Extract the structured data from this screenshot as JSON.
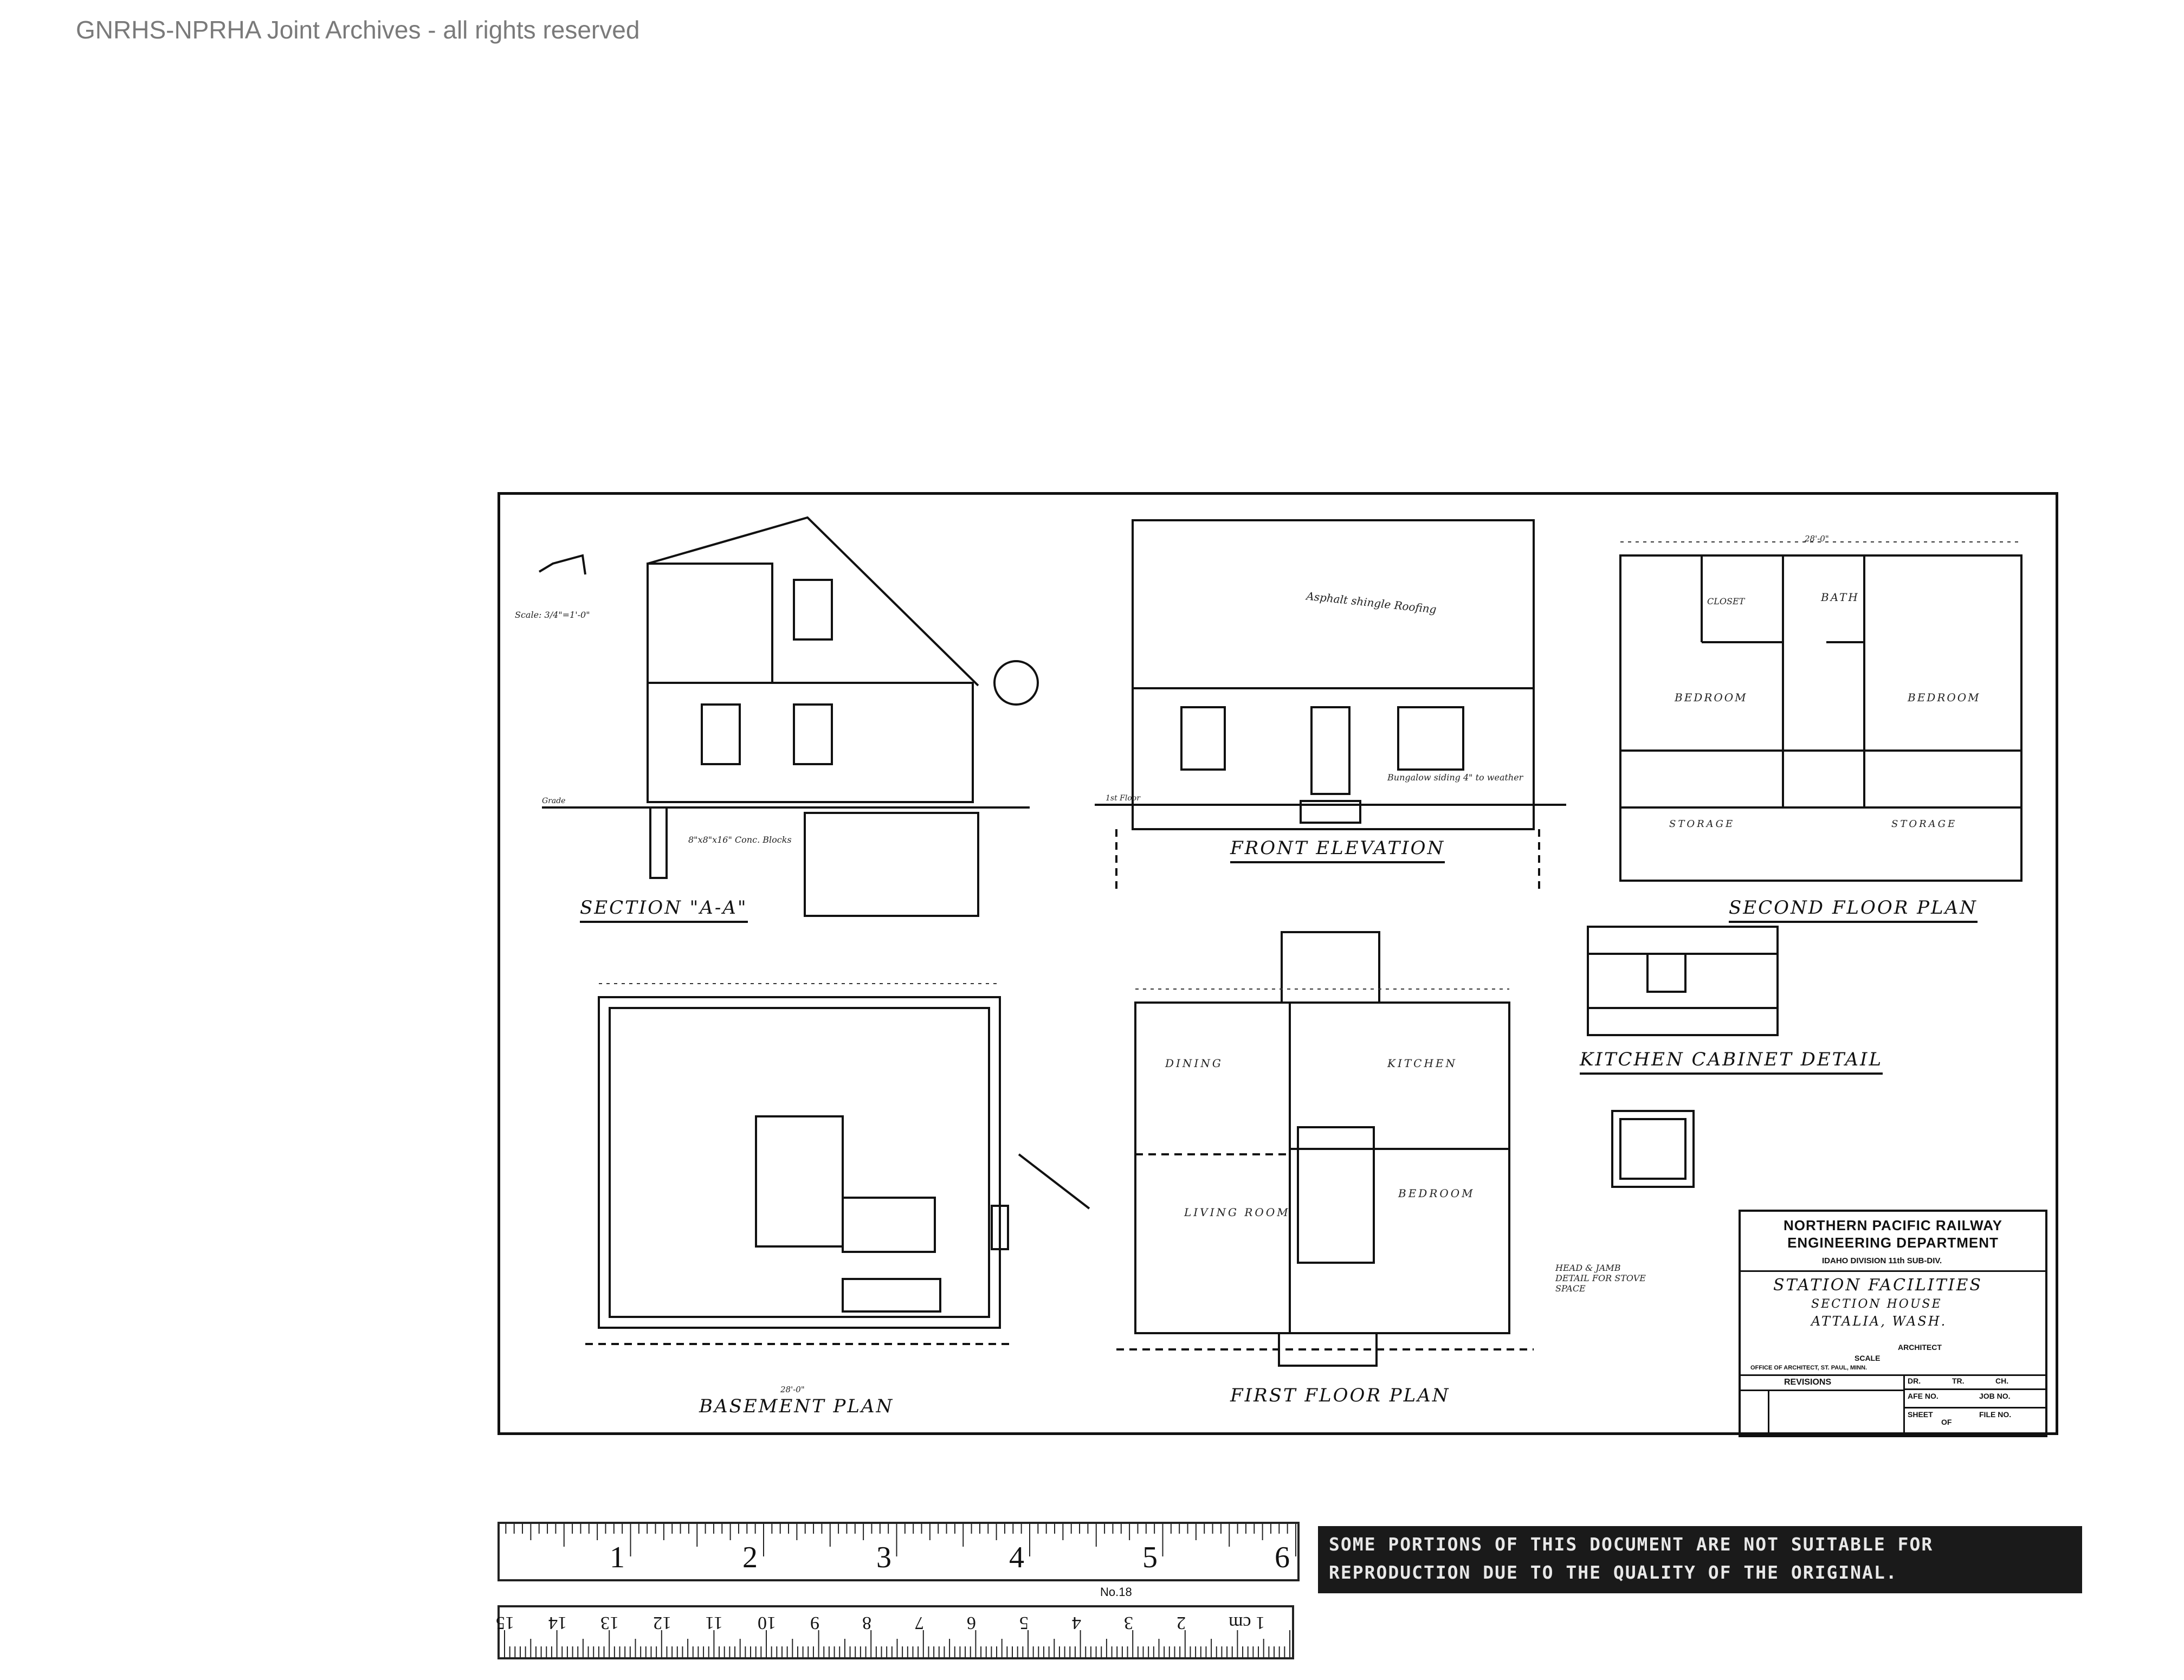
{
  "watermark": "GNRHS-NPRHA Joint Archives - all rights reserved",
  "drawing": {
    "views": {
      "section": "SECTION \"A-A\"",
      "front_elevation": "FRONT ELEVATION",
      "second_floor": "SECOND FLOOR PLAN",
      "kitchen_cabinet": "KITCHEN CABINET DETAIL",
      "basement": "BASEMENT PLAN",
      "first_floor": "FIRST FLOOR PLAN"
    },
    "rooms": {
      "bedroom_left": "BEDROOM",
      "bedroom_right": "BEDROOM",
      "bath": "BATH",
      "closet": "CLOSET",
      "storage_left": "STORAGE",
      "storage_right": "STORAGE",
      "dining": "DINING",
      "kitchen": "KITCHEN",
      "living_room": "LIVING ROOM",
      "bedroom_first": "BEDROOM"
    },
    "notes": {
      "roofing": "Asphalt shingle Roofing",
      "siding": "Bungalow siding 4\" to weather",
      "scale_detail": "Scale: 3/4\"=1'-0\"",
      "blocks": "8\"x8\"x16\" Conc. Blocks",
      "head_jamb": "HEAD & JAMB DETAIL FOR STOVE SPACE",
      "grade": "Grade",
      "first_floor_note": "1st Floor"
    },
    "dimensions": {
      "overall_width": "28'-0\"",
      "basement_width": "28'-0\""
    }
  },
  "title_block": {
    "company": "NORTHERN PACIFIC RAILWAY",
    "department": "ENGINEERING DEPARTMENT",
    "division": "IDAHO DIVISION   11th SUB-DIV.",
    "project": "STATION FACILITIES",
    "building": "SECTION HOUSE",
    "location": "ATTALIA, WASH.",
    "architect_label": "ARCHITECT",
    "scale_label": "SCALE",
    "office": "OFFICE OF ARCHITECT, ST. PAUL, MINN.",
    "revisions": "REVISIONS",
    "dr": "DR.",
    "tr": "TR.",
    "ch": "CH.",
    "afe": "AFE NO.",
    "job": "JOB NO.",
    "sheet": "SHEET",
    "sheet_of": "OF",
    "file": "FILE NO."
  },
  "ruler": {
    "inch_labels": [
      "1",
      "2",
      "3",
      "4",
      "5",
      "6"
    ],
    "cm_labels": [
      "1 cm",
      "2",
      "3",
      "4",
      "5",
      "6",
      "7",
      "8",
      "9",
      "10",
      "11",
      "12",
      "13",
      "14",
      "15"
    ],
    "model": "No.18"
  },
  "warning": "SOME PORTIONS OF THIS DOCUMENT ARE NOT SUITABLE FOR REPRODUCTION DUE TO THE QUALITY OF THE ORIGINAL."
}
